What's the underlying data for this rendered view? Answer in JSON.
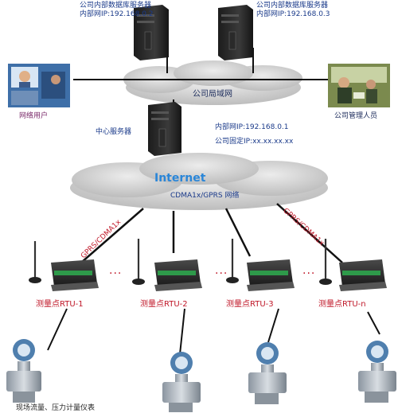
{
  "servers": {
    "db1": {
      "title": "公司内部数据库服务器",
      "ip": "内部网IP:192.168.0.2"
    },
    "db2": {
      "title": "公司内部数据库服务器",
      "ip": "内部网IP:192.168.0.3"
    },
    "center": {
      "title": "中心服务器",
      "ip_internal": "内部网IP:192.168.0.1",
      "ip_fixed": "公司固定IP:xx.xx.xx.xx"
    }
  },
  "lan": {
    "label": "公司局域网"
  },
  "users": {
    "net_user": "网络用户",
    "admin": "公司管理人员"
  },
  "internet": {
    "title": "Internet",
    "subtitle": "CDMA1x/GPRS 网络"
  },
  "links": {
    "left": "GPRS/CDMA1x",
    "right": "GPRS/CDMA1x"
  },
  "rtus": [
    "测量点RTU-1",
    "测量点RTU-2",
    "测量点RTU-3",
    "测量点RTU-n"
  ],
  "ellipsis": "···",
  "instruments": {
    "caption": "现场流量、压力计量仪表"
  },
  "colors": {
    "label_blue": "#1a3a8a",
    "rtu_red": "#c0192a",
    "internet_blue": "#2a86d8",
    "cloud": "#d4d4d4"
  }
}
